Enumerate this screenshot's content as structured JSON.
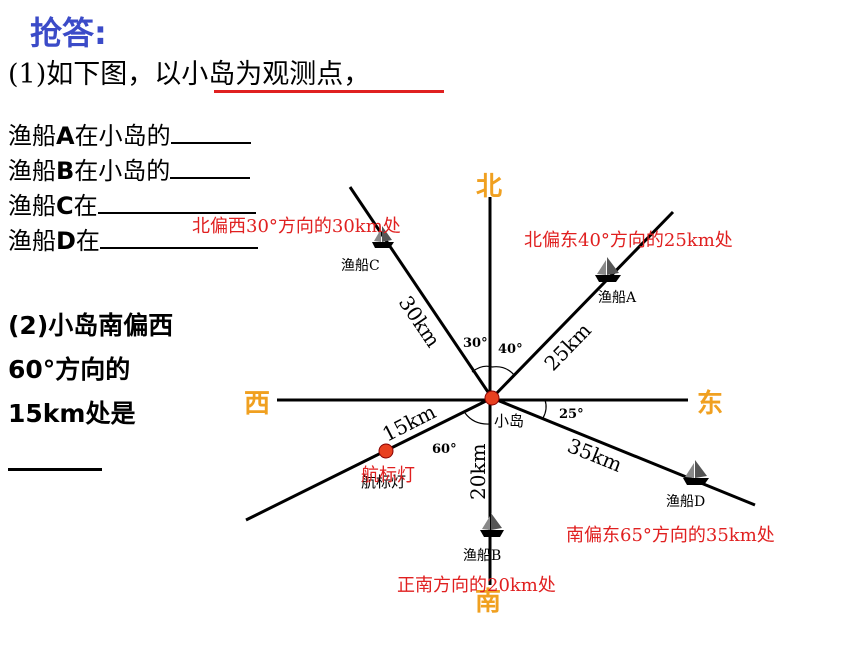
{
  "title": "抢答:",
  "q1": "(1)如下图，以小岛为观测点，",
  "lines": [
    {
      "prefix": "渔船",
      "letter": "A",
      "suffix": "在小岛的"
    },
    {
      "prefix": "渔船",
      "letter": "B",
      "suffix": "在小岛的"
    },
    {
      "prefix": "渔船",
      "letter": "C",
      "suffix": "在"
    },
    {
      "prefix": "渔船",
      "letter": "D",
      "suffix": "在"
    }
  ],
  "q2": {
    "line1": "(2)小岛南偏西",
    "line2": "60°方向的",
    "line3": "15km处是"
  },
  "directions": {
    "north": "北",
    "south": "南",
    "west": "西",
    "east": "东"
  },
  "center_label": "小岛",
  "boats": {
    "a": "渔船A",
    "b": "渔船B",
    "c": "渔船C",
    "d": "渔船D"
  },
  "distances": {
    "c": "30km",
    "a": "25km",
    "d": "35km",
    "b": "20km",
    "lighthouse": "15km"
  },
  "angles": {
    "nw": "30°",
    "ne": "40°",
    "east": "25°",
    "sw": "60°"
  },
  "lighthouse_label": "航标灯",
  "answers": {
    "c": "北偏西30°方向的30km处",
    "a": "北偏东40°方向的25km处",
    "d": "南偏东65°方向的35km处",
    "b": "正南方向的20km处",
    "lighthouse": "航标灯"
  },
  "colors": {
    "title": "#3B4BC8",
    "direction": "#F0A020",
    "answer": "#E02020",
    "center": "#E84020"
  }
}
